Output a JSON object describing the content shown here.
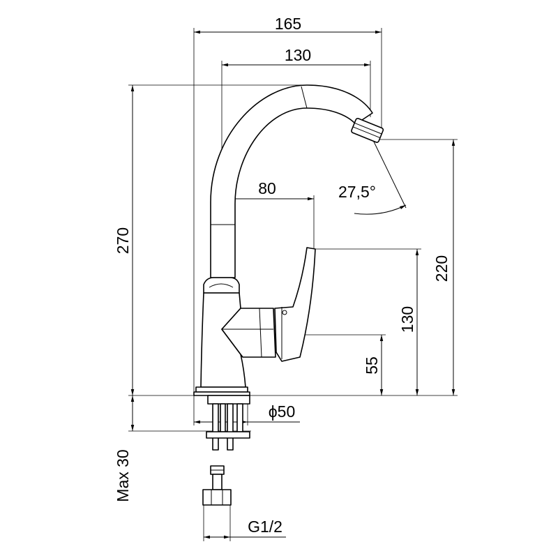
{
  "dimensions": {
    "overall_reach": "165",
    "spout_reach": "130",
    "handle_offset": "80",
    "spout_angle": "27,5°",
    "overall_height": "270",
    "spout_height": "220",
    "handle_height": "130",
    "lever_height": "55",
    "base_diameter": "ϕ50",
    "mount_thickness": "Max 30",
    "connection_thread": "G1/2"
  }
}
